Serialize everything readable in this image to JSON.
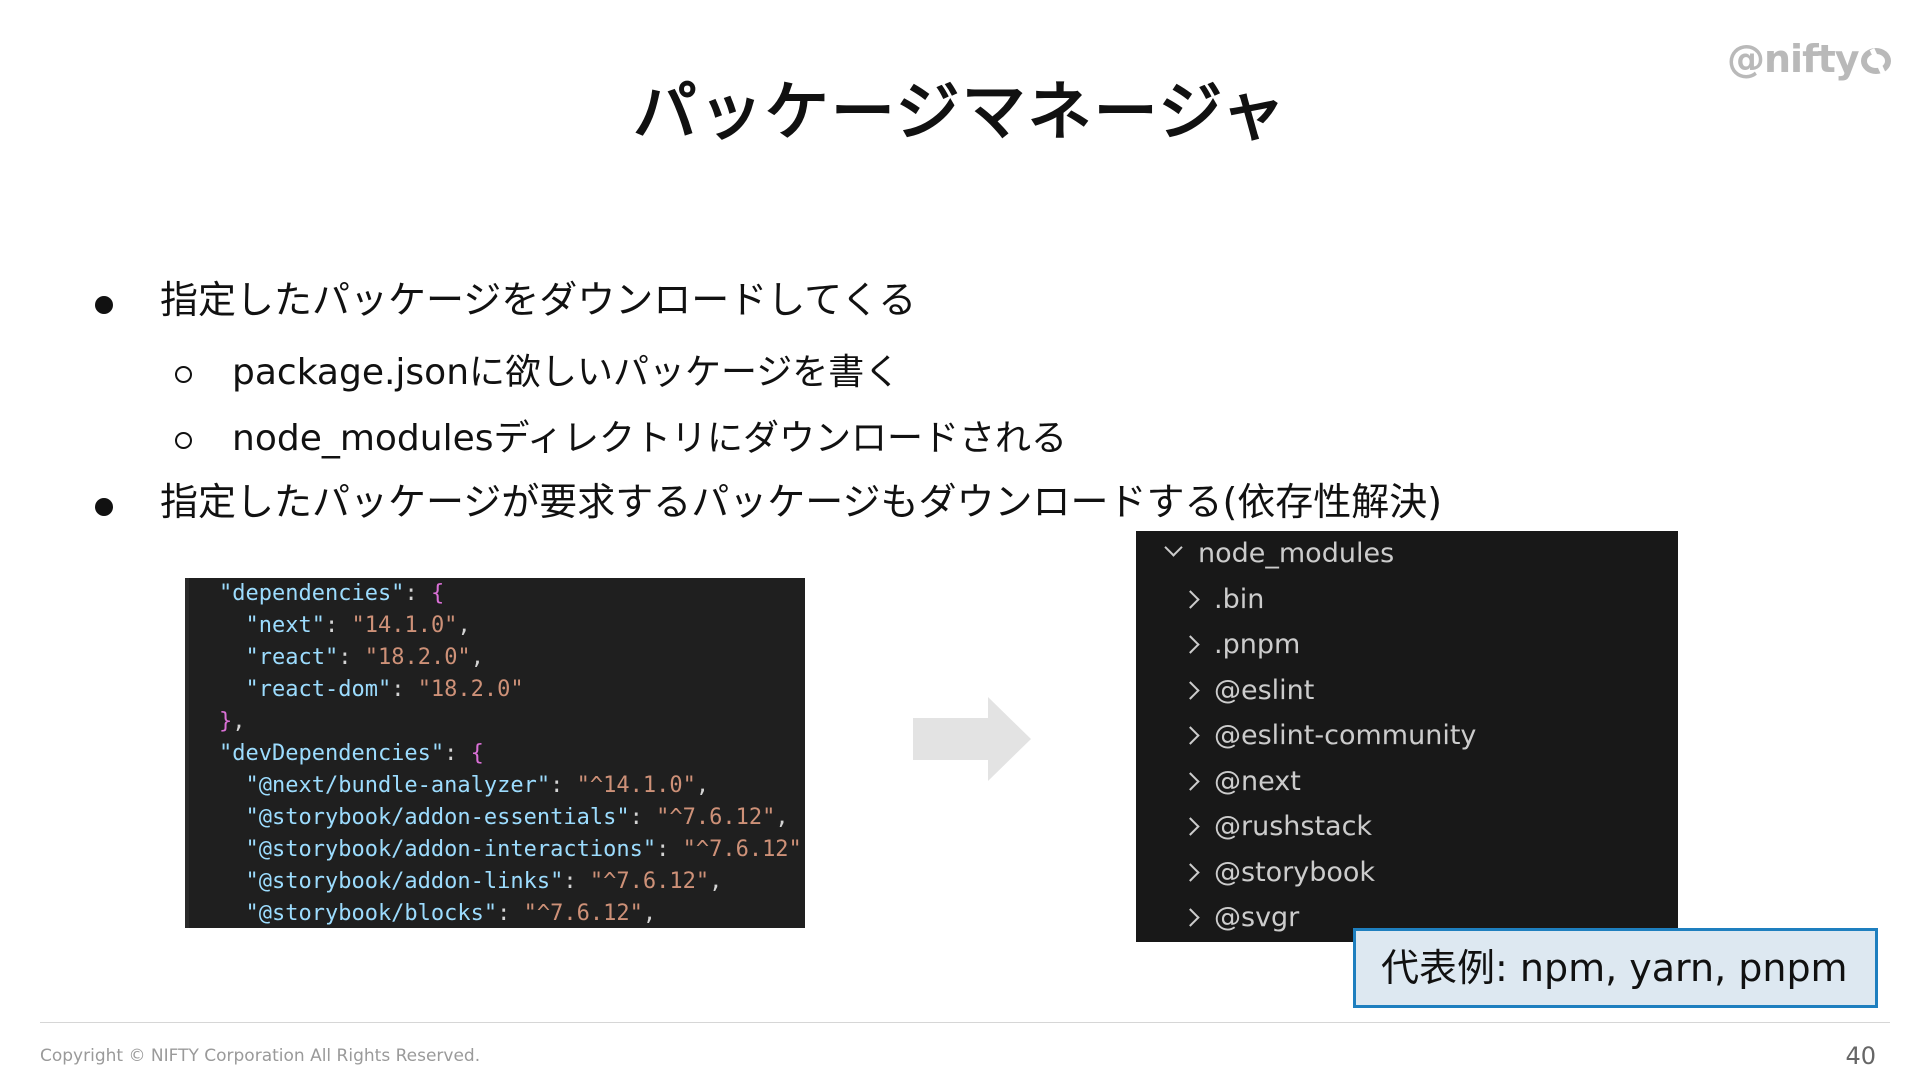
{
  "logo": {
    "text": "@nifty"
  },
  "title": "パッケージマネージャ",
  "bullets": [
    {
      "text": "指定したパッケージをダウンロードしてくる"
    },
    {
      "text": "package.jsonに欲しいパッケージを書く"
    },
    {
      "text": "node_modulesディレクトリにダウンロードされる"
    },
    {
      "text": "指定したパッケージが要求するパッケージもダウンロードする(依存性解決)"
    }
  ],
  "code": {
    "lines": [
      [
        {
          "t": "\"dependencies\"",
          "c": "k"
        },
        {
          "t": ": ",
          "c": "p"
        },
        {
          "t": "{",
          "c": "br"
        }
      ],
      [
        {
          "t": "  \"next\"",
          "c": "k"
        },
        {
          "t": ": ",
          "c": "p"
        },
        {
          "t": "\"14.1.0\"",
          "c": "s"
        },
        {
          "t": ",",
          "c": "p"
        }
      ],
      [
        {
          "t": "  \"react\"",
          "c": "k"
        },
        {
          "t": ": ",
          "c": "p"
        },
        {
          "t": "\"18.2.0\"",
          "c": "s"
        },
        {
          "t": ",",
          "c": "p"
        }
      ],
      [
        {
          "t": "  \"react-dom\"",
          "c": "k"
        },
        {
          "t": ": ",
          "c": "p"
        },
        {
          "t": "\"18.2.0\"",
          "c": "s"
        }
      ],
      [
        {
          "t": "}",
          "c": "br"
        },
        {
          "t": ",",
          "c": "p"
        }
      ],
      [
        {
          "t": "\"devDependencies\"",
          "c": "k"
        },
        {
          "t": ": ",
          "c": "p"
        },
        {
          "t": "{",
          "c": "br"
        }
      ],
      [
        {
          "t": "  \"@next/bundle-analyzer\"",
          "c": "k"
        },
        {
          "t": ": ",
          "c": "p"
        },
        {
          "t": "\"^14.1.0\"",
          "c": "s"
        },
        {
          "t": ",",
          "c": "p"
        }
      ],
      [
        {
          "t": "  \"@storybook/addon-essentials\"",
          "c": "k"
        },
        {
          "t": ": ",
          "c": "p"
        },
        {
          "t": "\"^7.6.12\"",
          "c": "s"
        },
        {
          "t": ",",
          "c": "p"
        }
      ],
      [
        {
          "t": "  \"@storybook/addon-interactions\"",
          "c": "k"
        },
        {
          "t": ": ",
          "c": "p"
        },
        {
          "t": "\"^7.6.12\"",
          "c": "s"
        },
        {
          "t": ",",
          "c": "p"
        }
      ],
      [
        {
          "t": "  \"@storybook/addon-links\"",
          "c": "k"
        },
        {
          "t": ": ",
          "c": "p"
        },
        {
          "t": "\"^7.6.12\"",
          "c": "s"
        },
        {
          "t": ",",
          "c": "p"
        }
      ],
      [
        {
          "t": "  \"@storybook/blocks\"",
          "c": "k"
        },
        {
          "t": ": ",
          "c": "p"
        },
        {
          "t": "\"^7.6.12\"",
          "c": "s"
        },
        {
          "t": ",",
          "c": "p"
        }
      ]
    ]
  },
  "tree": {
    "root": "node_modules",
    "children": [
      ".bin",
      ".pnpm",
      "@eslint",
      "@eslint-community",
      "@next",
      "@rushstack",
      "@storybook",
      "@svgr"
    ]
  },
  "callout": "代表例: npm, yarn, pnpm",
  "footer": {
    "copyright": "Copyright © NIFTY Corporation All Rights Reserved.",
    "page": "40"
  },
  "colors": {
    "code_key": "#9cdcfe",
    "code_string": "#ce9178",
    "code_bracket": "#da70d6",
    "code_bg": "#1f1f1f",
    "tree_bg": "#181818",
    "callout_bg": "#dde8f1",
    "callout_border": "#1e7fbf"
  }
}
